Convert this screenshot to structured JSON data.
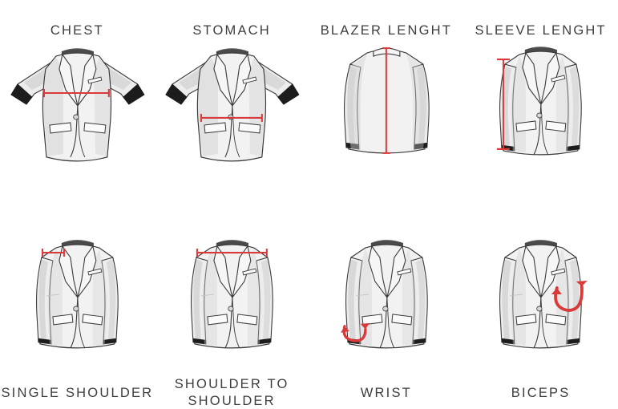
{
  "page": {
    "title": "Blazer Measurement Guide",
    "background_color": "#ffffff",
    "label_color": "#3d3d3d",
    "accent_color": "#d93a3a",
    "garment_fill": "#f2f2f2",
    "garment_outline": "#3a3a3a",
    "garment_shadow": "#b8b8b8",
    "collar_color": "#6e6e6e",
    "cuff_color": "#1c1c1c",
    "columns": 4,
    "rows": 2
  },
  "panels": [
    {
      "id": "chest",
      "label": "CHEST",
      "view": "front-arms-spread",
      "marker": "horizontal-line",
      "marker_description": "Horizontal red line across the chest just below the armholes",
      "marker_side": "both"
    },
    {
      "id": "stomach",
      "label": "STOMACH",
      "view": "front-arms-spread",
      "marker": "horizontal-line",
      "marker_description": "Horizontal red line across the waist at the button level",
      "marker_side": "both"
    },
    {
      "id": "blazer-lenght",
      "label": "BLAZER LENGHT",
      "view": "back",
      "marker": "vertical-line",
      "marker_description": "Vertical red line down the center back from collar to hem",
      "marker_side": "center"
    },
    {
      "id": "sleeve-lenght",
      "label": "SLEEVE LENGHT",
      "view": "front-arms-down",
      "marker": "vertical-line",
      "marker_description": "Vertical red line along the left sleeve from shoulder to cuff",
      "marker_side": "left"
    },
    {
      "id": "single-shoulder",
      "label": "SINGLE SHOULDER",
      "view": "front-arms-down",
      "marker": "horizontal-line",
      "marker_description": "Short red line across the left shoulder from shoulder point to collar",
      "marker_side": "left"
    },
    {
      "id": "shoulder-to-shoulder",
      "label": "SHOULDER TO\nSHOULDER",
      "view": "front-arms-down",
      "marker": "horizontal-line",
      "marker_description": "Red line spanning the full width between both shoulder points",
      "marker_side": "both"
    },
    {
      "id": "wrist",
      "label": "WRIST",
      "view": "front-arms-down",
      "marker": "curved-arrow",
      "marker_description": "Red curved double-headed arrow wrapping around the left cuff",
      "marker_side": "left"
    },
    {
      "id": "biceps",
      "label": "BICEPS",
      "view": "front-arms-down",
      "marker": "curved-arrow",
      "marker_description": "Red curved double-headed arrow wrapping around the right upper sleeve",
      "marker_side": "right"
    }
  ]
}
